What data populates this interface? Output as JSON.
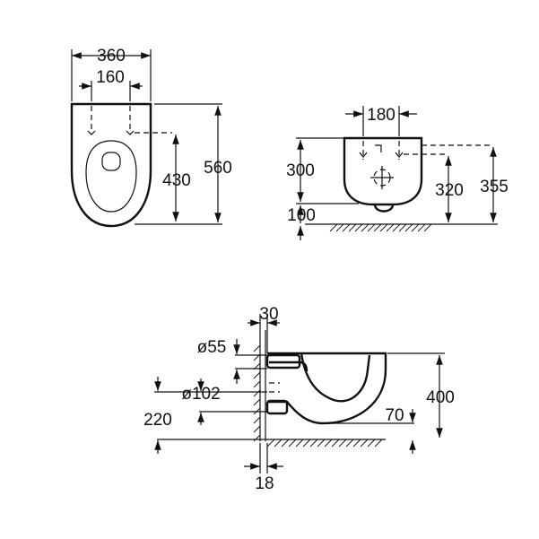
{
  "top_view": {
    "overall_width": "360",
    "fixing_spacing": "160",
    "fixing_to_front": "430",
    "overall_depth": "560"
  },
  "front_view": {
    "fixing_spacing": "180",
    "bowl_height": "300",
    "clearance": "100",
    "fixing_height": "320",
    "top_height": "355"
  },
  "side_view": {
    "wall_frame": "30",
    "inlet_diameter": "ø55",
    "outlet_diameter": "ø102",
    "outlet_height": "220",
    "rim_height": "400",
    "water_depth": "70",
    "wall_offset": "18"
  }
}
